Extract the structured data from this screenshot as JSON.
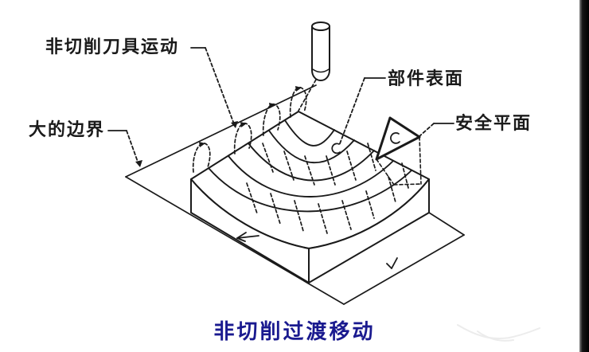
{
  "diagram": {
    "caption": "非切削过渡移动",
    "labels": {
      "tool_motion": "非切削刀具运动",
      "large_boundary": "大的边界",
      "part_surface": "部件表面",
      "safety_plane": "安全平面"
    },
    "colors": {
      "line": "#1a1a1a",
      "caption": "#1a1a8f",
      "background": "#ffffff",
      "right_strip": "#0f0f0f"
    }
  }
}
